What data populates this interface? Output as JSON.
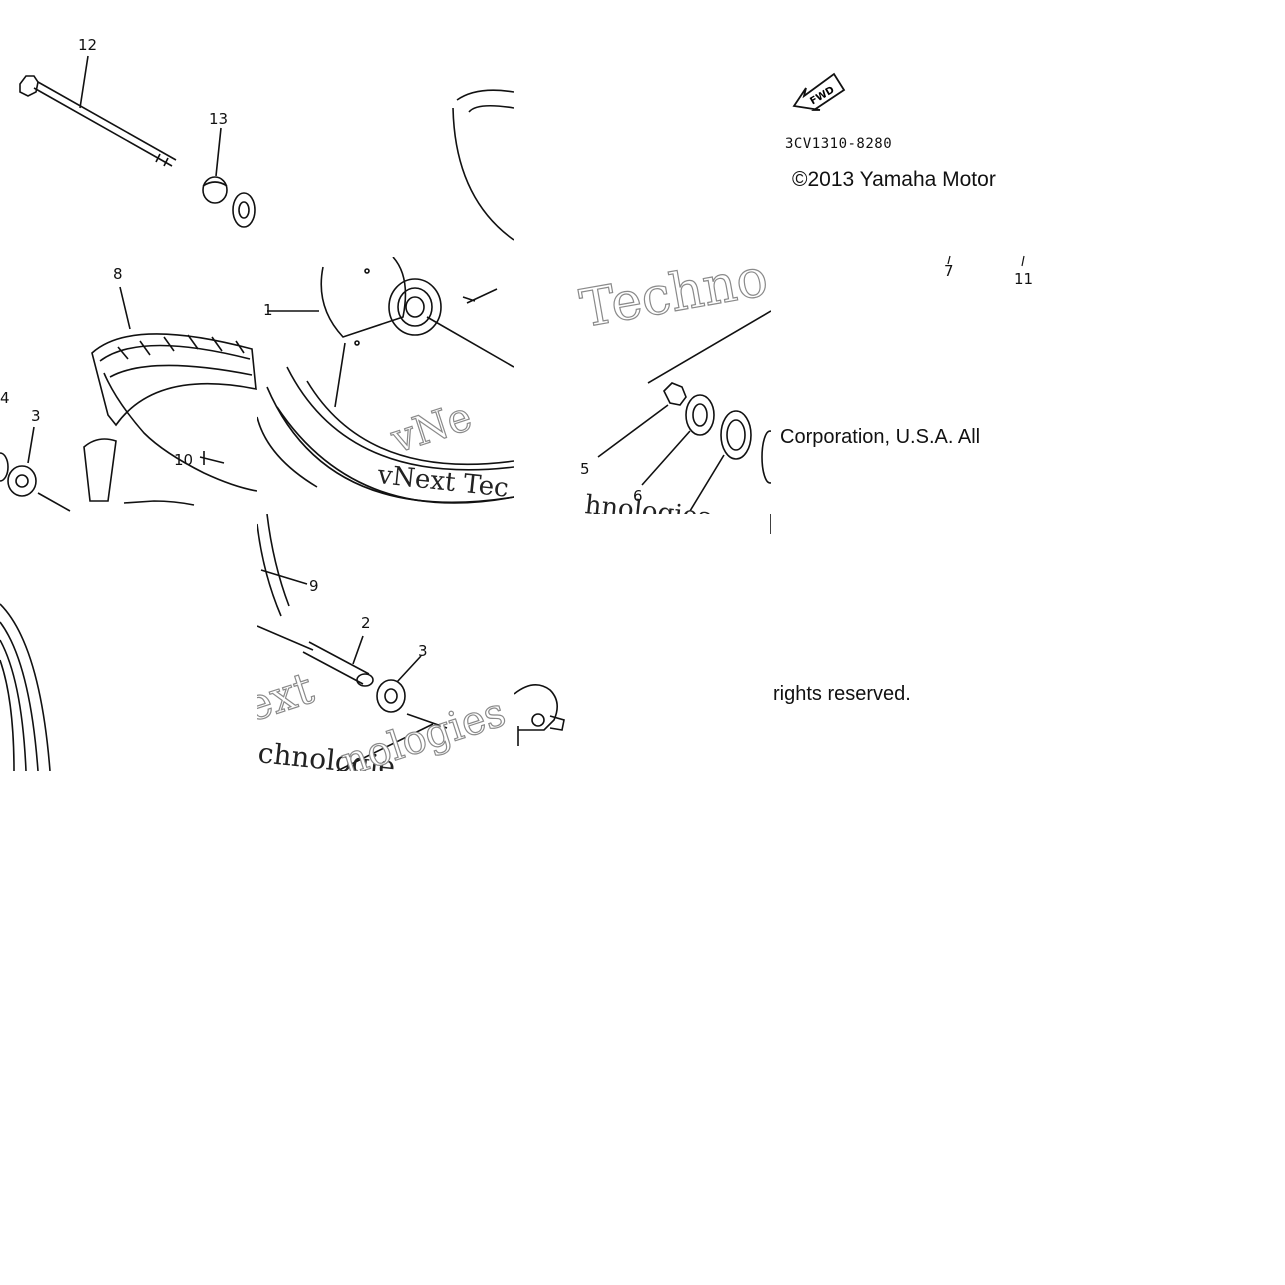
{
  "callouts": {
    "c12": "12",
    "c13": "13",
    "c8": "8",
    "c1": "1",
    "c4": "4",
    "c3a": "3",
    "c10": "10",
    "c5": "5",
    "c6": "6",
    "c9": "9",
    "c2": "2",
    "c3b": "3",
    "c7": "7",
    "c11": "11"
  },
  "part_code": "3CV1310-8280",
  "direction_arrow": "FWD",
  "copyright": {
    "line1": "©2013 Yamaha Motor",
    "line2": "Corporation, U.S.A. All",
    "line3": "rights reserved."
  },
  "watermarks": {
    "w1": "Techno",
    "w2": "vNext Tec",
    "w3": "hnologies",
    "w4": "vNe",
    "w5": "ext",
    "w6": "chnologie",
    "w7": "nologies"
  }
}
